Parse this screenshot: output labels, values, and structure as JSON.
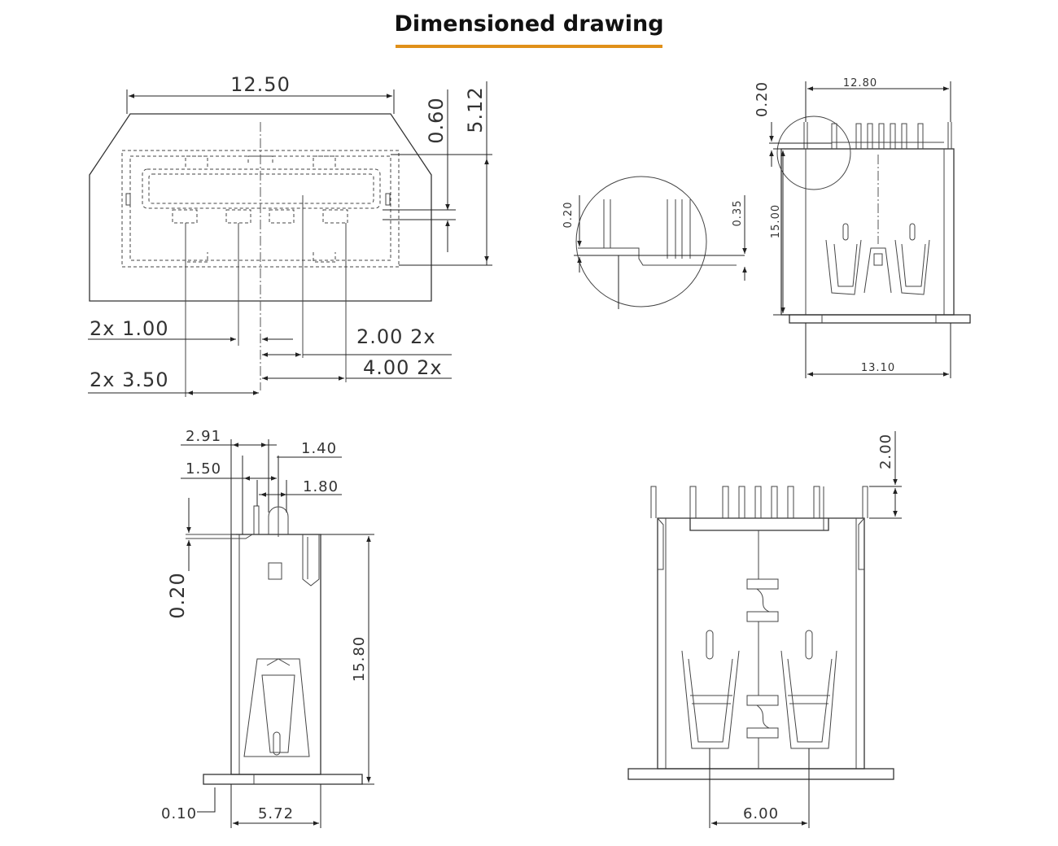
{
  "header": {
    "title": "Dimensioned drawing",
    "accent_color": "#e0901a"
  },
  "front_view": {
    "width": "12.50",
    "height": "5.12",
    "offset": "0.60",
    "pitch_inner": "2x 1.00",
    "pitch_outer": "2x 3.50",
    "spacing_a": "2.00 2x",
    "spacing_b": "4.00 2x"
  },
  "side_view_top_right": {
    "top_width": "12.80",
    "bottom_width": "13.10",
    "height": "15.00",
    "step": "0.20"
  },
  "detail_view": {
    "left": "0.20",
    "right": "0.35"
  },
  "profile_view": {
    "d1": "2.91",
    "d2": "1.40",
    "d3": "1.50",
    "d4": "1.80",
    "step": "0.20",
    "height": "15.80",
    "base": "0.10",
    "width": "5.72"
  },
  "rear_view": {
    "pin_height": "2.00",
    "pitch": "6.00"
  }
}
